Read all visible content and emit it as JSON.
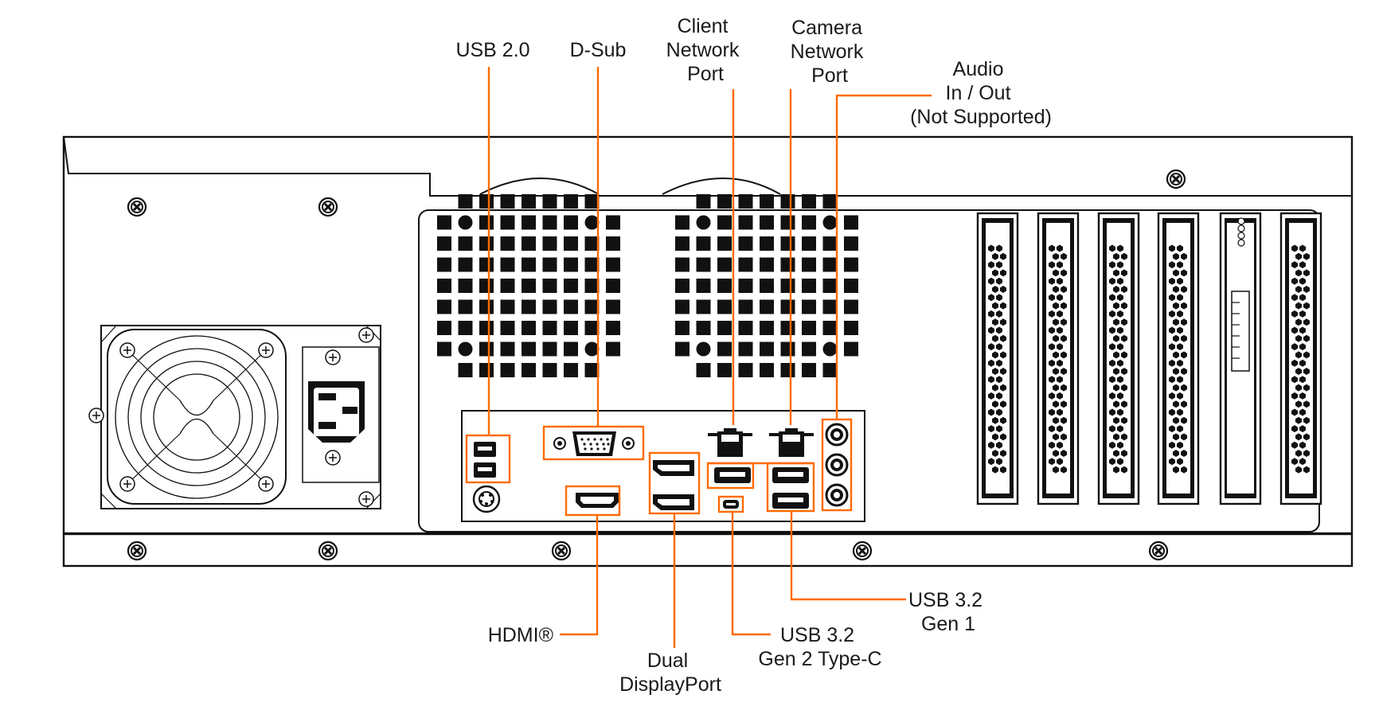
{
  "colors": {
    "accent": "#ff6a00",
    "outline": "#111111",
    "background": "#ffffff"
  },
  "labels": {
    "usb20": "USB 2.0",
    "dsub": "D-Sub",
    "client": [
      "Client",
      "Network",
      "Port"
    ],
    "camera": [
      "Camera",
      "Network",
      "Port"
    ],
    "audio": [
      "Audio",
      "In / Out",
      "(Not Supported)"
    ],
    "usb32g1": [
      "USB 3.2",
      "Gen 1"
    ],
    "usb32g2c": [
      "USB 3.2",
      "Gen 2 Type-C"
    ],
    "hdmi": "HDMI®",
    "displayport": [
      "Dual",
      "DisplayPort"
    ]
  },
  "icons": {
    "screw": "screw-icon",
    "fan": "psu-fan-grille-icon",
    "power": "power-inlet-icon"
  }
}
